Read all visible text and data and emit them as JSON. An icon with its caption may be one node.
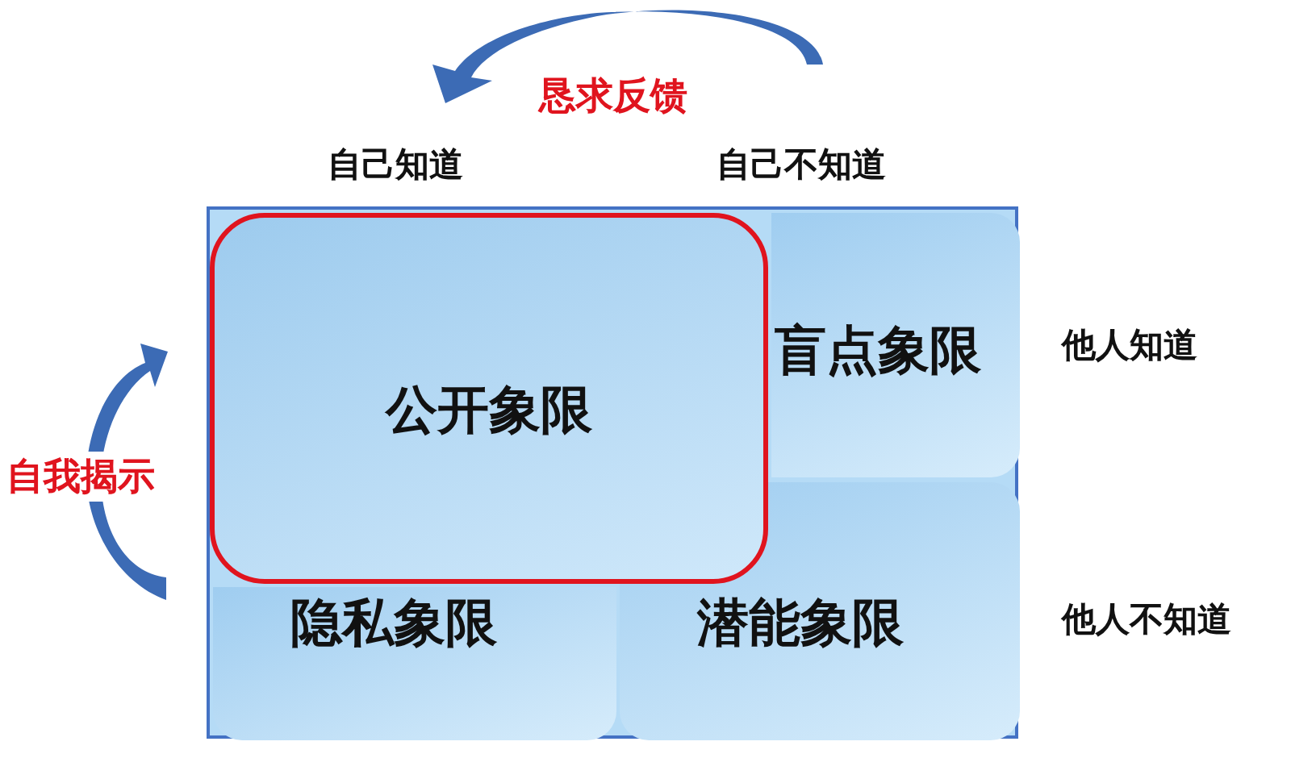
{
  "diagram": {
    "nodes": [
      {
        "text": [],
        "shape": "box"
      },
      {
        "text": [
          "公开象限"
        ],
        "in": 0
      },
      {
        "text": [
          "盲点象限"
        ],
        "in": 0
      },
      {
        "text": [
          "隐私象限"
        ],
        "in": 0
      },
      {
        "text": [
          "潜能象限"
        ],
        "in": 0
      }
    ],
    "labels": [
      "恳求反馈",
      "自己知道",
      "自己不知道",
      "他人知道",
      "自我揭示",
      "他人不知道"
    ]
  }
}
